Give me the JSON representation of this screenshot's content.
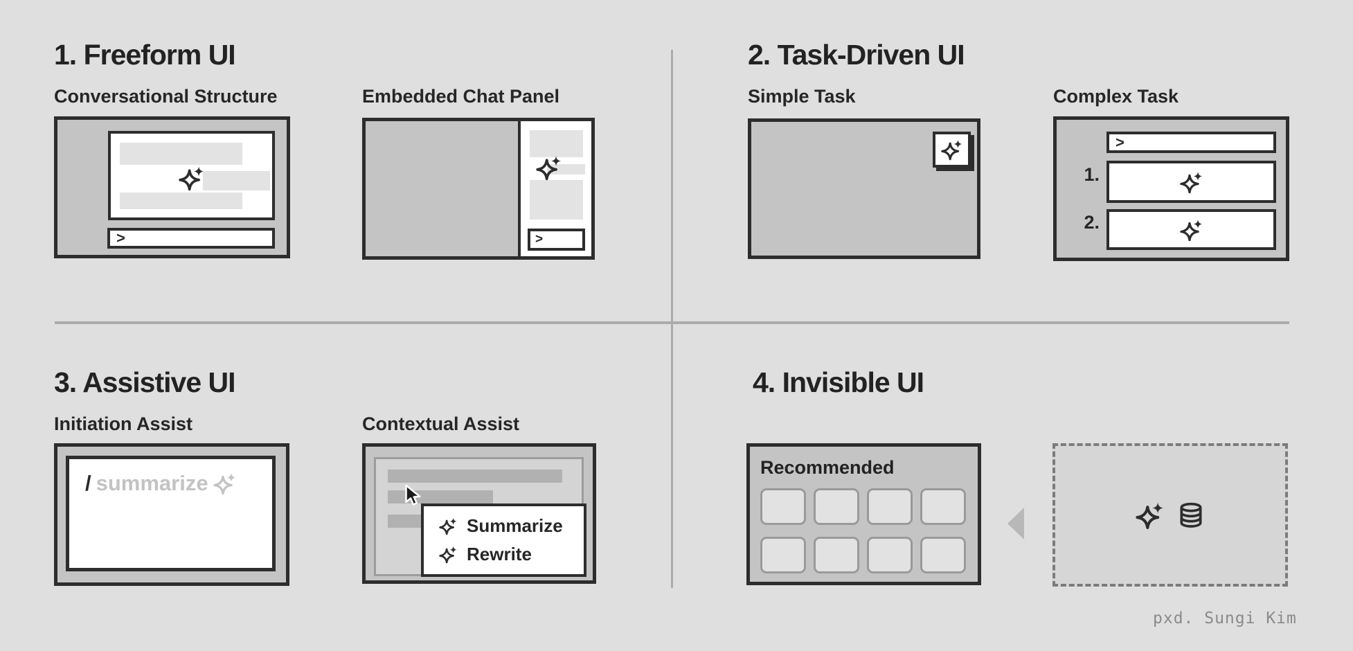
{
  "colors": {
    "bg": "#dfdfdf",
    "ink": "#2d2d2d",
    "boxGray": "#c4c4c4",
    "barLight": "#e3e3e3",
    "barMid": "#b1b1b1",
    "innerGray": "#d4d4d4",
    "innerBorder": "#9c9c9c",
    "divider": "#ababab",
    "muted": "#c3c3c3",
    "tileFill": "#e2e2e2",
    "tileBorder": "#9a9a9a",
    "dashFill": "#d6d6d6",
    "dashBorder": "#7b7b7b",
    "triangle": "#b8b8b8",
    "signature": "#8a8a8a"
  },
  "glyphs": {
    "prompt": ">",
    "slash": "/"
  },
  "icons": {
    "ai": "sparkle-icon",
    "data": "database-icon",
    "pointer": "cursor-icon",
    "back": "triangle-left-icon"
  },
  "quadrants": [
    {
      "title": "1. Freeform UI",
      "panels": [
        {
          "label": "Conversational Structure"
        },
        {
          "label": "Embedded Chat Panel"
        }
      ]
    },
    {
      "title": "2. Task-Driven UI",
      "panels": [
        {
          "label": "Simple Task"
        },
        {
          "label": "Complex Task",
          "steps": [
            "1.",
            "2."
          ]
        }
      ]
    },
    {
      "title": "3. Assistive UI",
      "panels": [
        {
          "label": "Initiation Assist",
          "placeholder": "summarize"
        },
        {
          "label": "Contextual Assist",
          "menu_items": [
            "Summarize",
            "Rewrite"
          ]
        }
      ]
    },
    {
      "title": "4. Invisible UI",
      "panels": [
        {
          "inside_label": "Recommended"
        },
        {}
      ]
    }
  ],
  "signature": "pxd. Sungi Kim"
}
